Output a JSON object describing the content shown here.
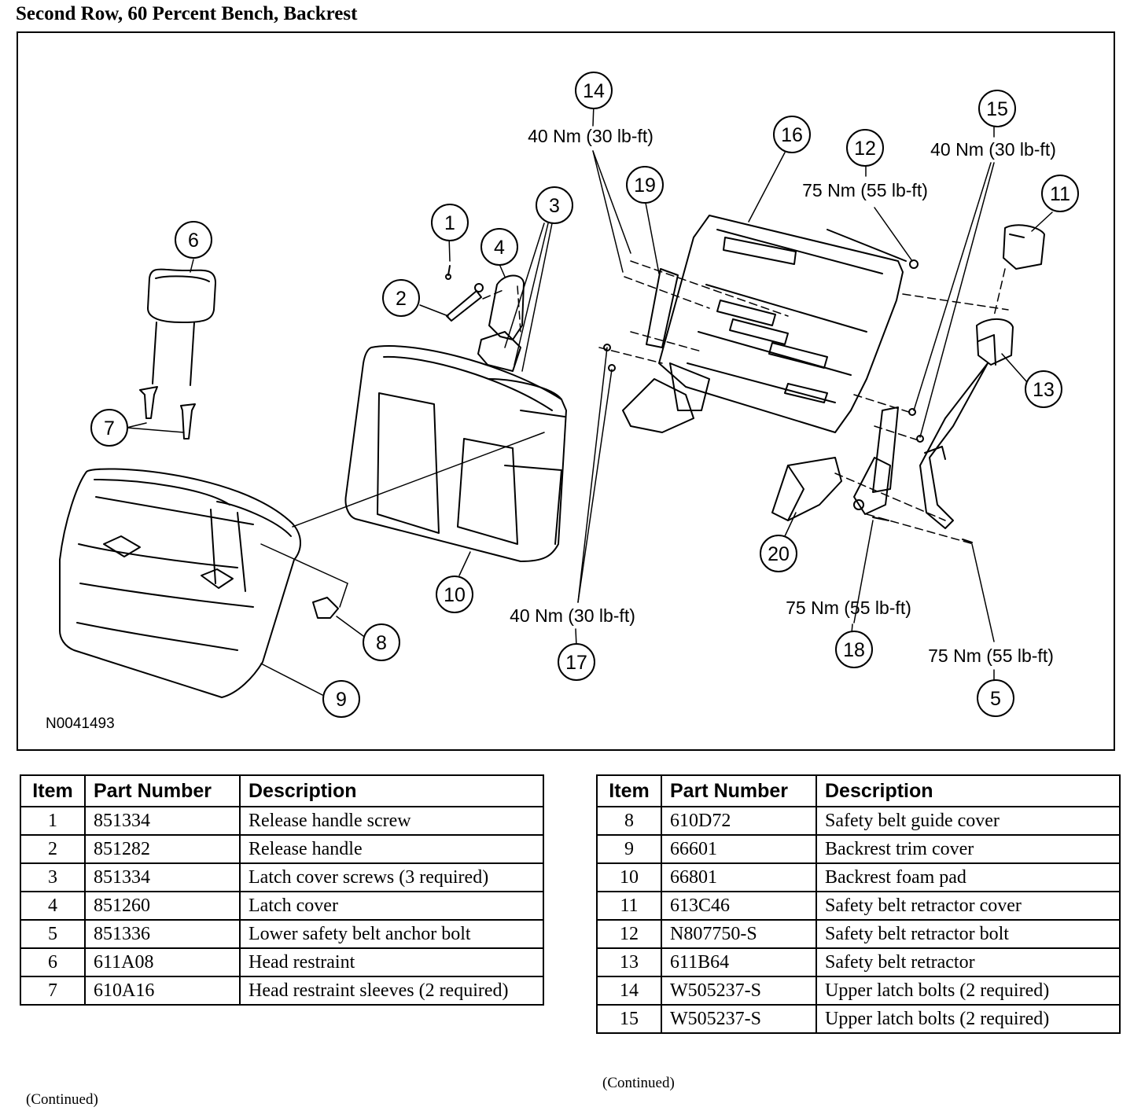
{
  "title": "Second Row, 60 Percent Bench, Backrest",
  "figure": {
    "id": "N0041493",
    "callouts": [
      "1",
      "2",
      "3",
      "4",
      "5",
      "6",
      "7",
      "8",
      "9",
      "10",
      "11",
      "12",
      "13",
      "14",
      "15",
      "16",
      "17",
      "18",
      "19",
      "20"
    ],
    "torques": [
      "40 Nm (30 lb-ft)",
      "40 Nm (30 lb-ft)",
      "75 Nm (55 lb-ft)",
      "40 Nm (30 lb-ft)",
      "75 Nm (55 lb-ft)",
      "75 Nm (55 lb-ft)"
    ]
  },
  "tables": {
    "headers": [
      "Item",
      "Part Number",
      "Description"
    ],
    "left": [
      {
        "item": "1",
        "part": "851334",
        "desc": "Release handle screw"
      },
      {
        "item": "2",
        "part": "851282",
        "desc": "Release handle"
      },
      {
        "item": "3",
        "part": "851334",
        "desc": "Latch cover screws (3 required)"
      },
      {
        "item": "4",
        "part": "851260",
        "desc": "Latch cover"
      },
      {
        "item": "5",
        "part": "851336",
        "desc": "Lower safety belt anchor bolt"
      },
      {
        "item": "6",
        "part": "611A08",
        "desc": "Head restraint"
      },
      {
        "item": "7",
        "part": "610A16",
        "desc": "Head restraint sleeves (2 required)"
      }
    ],
    "right": [
      {
        "item": "8",
        "part": "610D72",
        "desc": "Safety belt guide cover"
      },
      {
        "item": "9",
        "part": "66601",
        "desc": "Backrest trim cover"
      },
      {
        "item": "10",
        "part": "66801",
        "desc": "Backrest foam pad"
      },
      {
        "item": "11",
        "part": "613C46",
        "desc": "Safety belt retractor cover"
      },
      {
        "item": "12",
        "part": "N807750-S",
        "desc": "Safety belt retractor bolt"
      },
      {
        "item": "13",
        "part": "611B64",
        "desc": "Safety belt retractor"
      },
      {
        "item": "14",
        "part": "W505237-S",
        "desc": "Upper latch bolts (2 required)"
      },
      {
        "item": "15",
        "part": "W505237-S",
        "desc": "Upper latch bolts (2 required)"
      }
    ],
    "continued_left": "(Continued)",
    "continued_right": "(Continued)"
  }
}
